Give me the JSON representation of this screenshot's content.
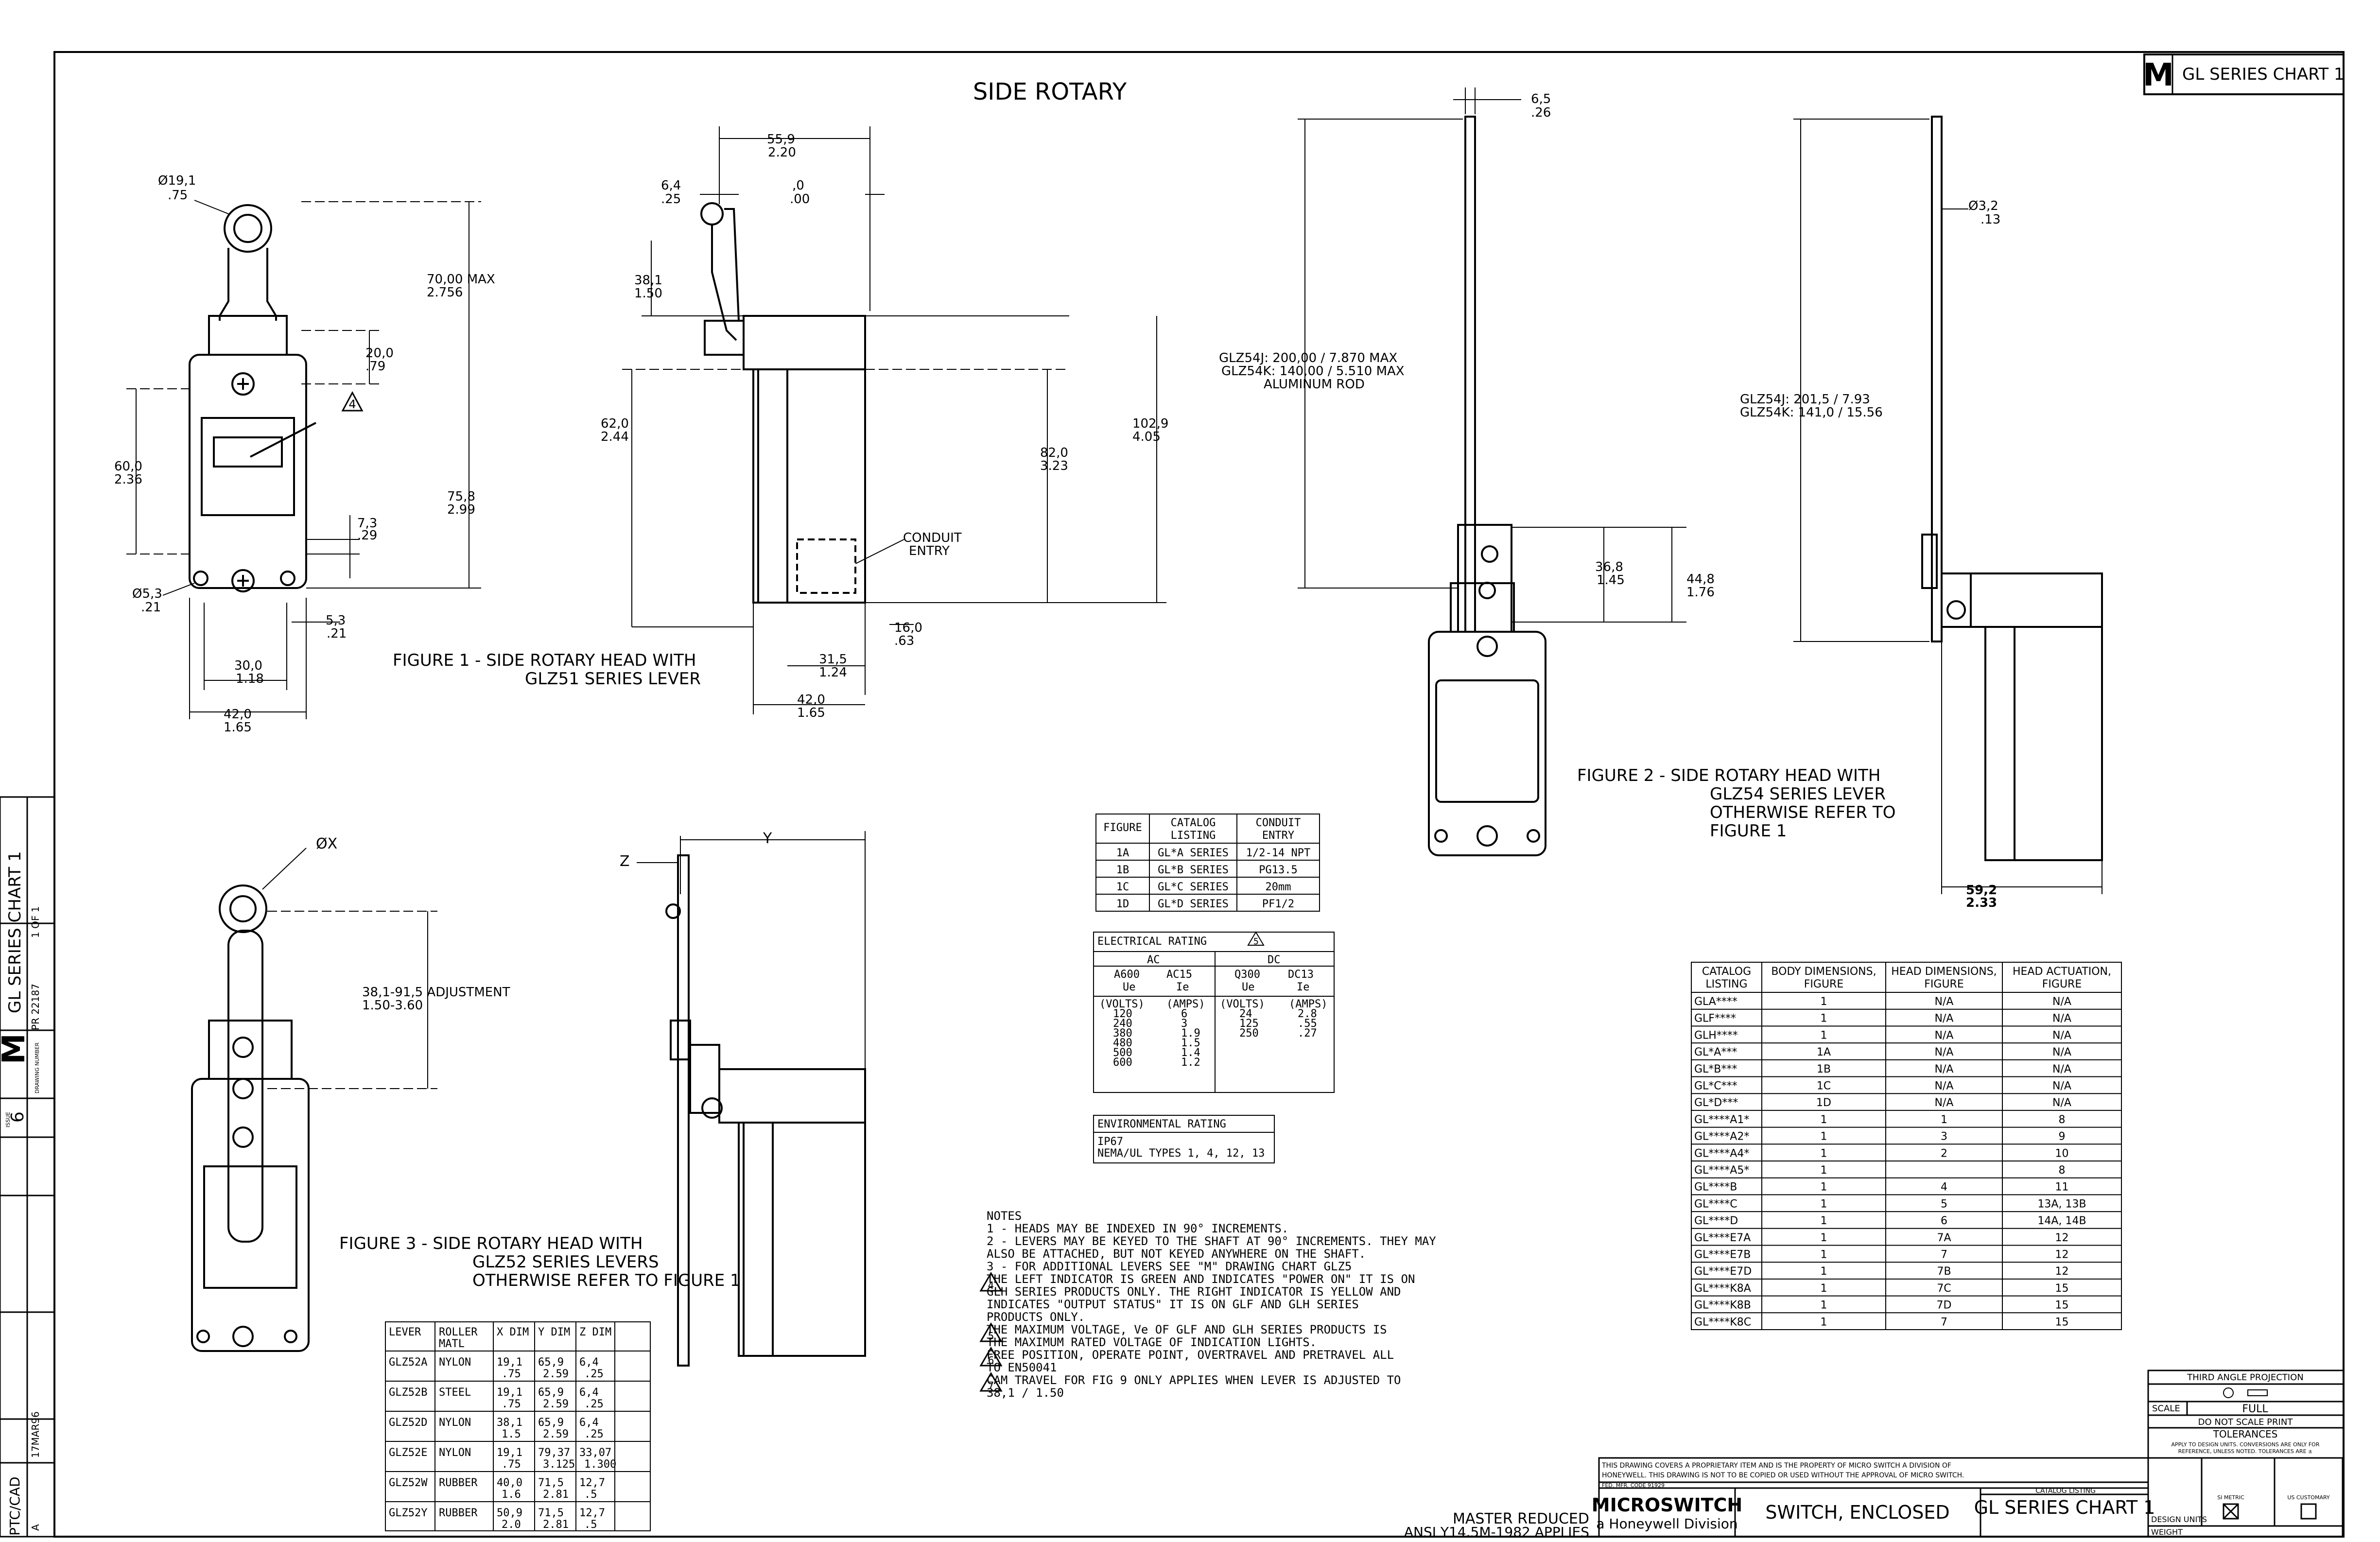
{
  "title": "SIDE ROTARY",
  "chart_ref": "GL SERIES CHART 1",
  "logo_letter": "M",
  "fig1": {
    "caption1": "FIGURE 1  - SIDE ROTARY HEAD WITH",
    "caption2": "GLZ51 SERIES LEVER",
    "dims": {
      "d191": "Ø19,1",
      "d191b": ".75",
      "d70": "70,00  MAX",
      "d70b": "2.756",
      "d20": "20,0",
      "d20b": ".79",
      "d60": "60,0",
      "d60b": "2.36",
      "d758": "75,8",
      "d758b": "2.99",
      "d73": "7,3",
      "d73b": ".29",
      "d53a": "Ø5,3",
      "d53ab": ".21",
      "d53": "5,3",
      "d53b": ".21",
      "d30": "30,0",
      "d30b": "1.18",
      "d42": "42,0",
      "d42b": "1.65",
      "tri": "4"
    }
  },
  "fig1side": {
    "d559": "55,9",
    "d559b": "2.20",
    "d64": "6,4",
    "d64b": ".25",
    "d0": ",0",
    "d0b": ".00",
    "d381": "38,1",
    "d381b": "1.50",
    "d62": "62,0",
    "d62b": "2.44",
    "d82": "82,0",
    "d82b": "3.23",
    "d1029": "102,9",
    "d1029b": "4.05",
    "conduit1": "CONDUIT",
    "conduit2": "ENTRY",
    "d16": "16,0",
    "d16b": ".63",
    "d315": "31,5",
    "d315b": "1.24",
    "d42": "42,0",
    "d42b": "1.65"
  },
  "fig2": {
    "d65": "6,5",
    "d65b": ".26",
    "lever1": "GLZ54J: 200,00  /  7.870  MAX",
    "lever2": "GLZ54K: 140,00  /  5.510  MAX",
    "lever3": "ALUMINUM  ROD",
    "d368": "36,8",
    "d368b": "1.45",
    "d448": "44,8",
    "d448b": "1.76",
    "d32": "Ø3,2",
    "d32b": ".13",
    "len1": "GLZ54J:  201,5  /  7.93",
    "len2": "GLZ54K:  141,0  /  15.56",
    "d592": "59,2",
    "d592b": "2.33",
    "caption1": "FIGURE  2  -  SIDE ROTARY HEAD WITH",
    "caption2": "GLZ54  SERIES  LEVER",
    "caption3": "OTHERWISE  REFER  TO",
    "caption4": "FIGURE  1"
  },
  "fig3": {
    "dx": "ØX",
    "z": "Z",
    "y": "Y",
    "adj1": "38,1-91,5  ADJUSTMENT",
    "adj2": "1.50-3.60",
    "caption1": "FIGURE 3   - SIDE ROTARY HEAD WITH",
    "caption2": "GLZ52 SERIES LEVERS",
    "caption3": "OTHERWISE REFER TO FIGURE 1"
  },
  "conduit_table": {
    "headers": [
      "FIGURE",
      "CATALOG LISTING",
      "CONDUIT ENTRY"
    ],
    "rows": [
      [
        "1A",
        "GL*A SERIES",
        "1/2-14 NPT"
      ],
      [
        "1B",
        "GL*B SERIES",
        "PG13.5"
      ],
      [
        "1C",
        "GL*C SERIES",
        "20mm"
      ],
      [
        "1D",
        "GL*D SERIES",
        "PF1/2"
      ]
    ]
  },
  "electrical": {
    "title": "ELECTRICAL RATING",
    "note": "5",
    "ac": "AC",
    "dc": "DC",
    "h1": "A600",
    "h1b": "Ue",
    "h2": "AC15",
    "h2b": "Ie",
    "h3": "Q300",
    "h3b": "Ue",
    "h4": "DC13",
    "h4b": "Ie",
    "u1": "(VOLTS)",
    "u2": "(AMPS)",
    "u3": "(VOLTS)",
    "u4": "(AMPS)",
    "ac_rows": [
      [
        "120",
        "6"
      ],
      [
        "240",
        "3"
      ],
      [
        "380",
        "1.9"
      ],
      [
        "480",
        "1.5"
      ],
      [
        "500",
        "1.4"
      ],
      [
        "600",
        "1.2"
      ]
    ],
    "dc_rows": [
      [
        "24",
        "2.8"
      ],
      [
        "125",
        ".55"
      ],
      [
        "250",
        ".27"
      ]
    ]
  },
  "environmental": {
    "title": "ENVIRONMENTAL RATING",
    "line1": "IP67",
    "line2": "NEMA/UL TYPES 1, 4, 12, 13"
  },
  "notes": [
    "NOTES",
    "1 - HEADS MAY BE INDEXED IN 90° INCREMENTS.",
    "2 - LEVERS MAY BE KEYED TO THE SHAFT AT 90° INCREMENTS.  THEY MAY",
    "    ALSO BE ATTACHED, BUT NOT KEYED ANYWHERE ON THE SHAFT.",
    "3 - FOR ADDITIONAL LEVERS SEE \"M\" DRAWING CHART GLZ5",
    "    THE LEFT INDICATOR IS GREEN AND INDICATES \"POWER ON\" IT IS ON",
    "    GLH SERIES PRODUCTS ONLY.  THE RIGHT INDICATOR IS YELLOW AND",
    "    INDICATES \"OUTPUT STATUS\" IT IS ON GLF AND GLH SERIES",
    "    PRODUCTS ONLY.",
    "    THE MAXIMUM VOLTAGE, Ve OF GLF AND GLH SERIES PRODUCTS IS",
    "    THE MAXIMUM RATED VOLTAGE OF INDICATION LIGHTS.",
    "    FREE POSITION, OPERATE POINT, OVERTRAVEL AND PRETRAVEL ALL",
    "    TO EN50041",
    "    CAM TRAVEL FOR FIG 9 ONLY APPLIES WHEN LEVER IS ADJUSTED TO",
    "    38,1 / 1.50"
  ],
  "note_marks": [
    "4",
    "5",
    "6",
    "7"
  ],
  "lever_table": {
    "headers": [
      "LEVER",
      "ROLLER MATL",
      "X DIM",
      "Y DIM",
      "Z DIM"
    ],
    "rows": [
      [
        "GLZ52A",
        "NYLON",
        "19,1",
        ".75",
        "65,9",
        "2.59",
        "6,4",
        ".25"
      ],
      [
        "GLZ52B",
        "STEEL",
        "19,1",
        ".75",
        "65,9",
        "2.59",
        "6,4",
        ".25"
      ],
      [
        "GLZ52D",
        "NYLON",
        "38,1",
        "1.5",
        "65,9",
        "2.59",
        "6,4",
        ".25"
      ],
      [
        "GLZ52E",
        "NYLON",
        "19,1",
        ".75",
        "79,37",
        "3.125",
        "33,07",
        "1.300"
      ],
      [
        "GLZ52W",
        "RUBBER",
        "40,0",
        "1.6",
        "71,5",
        "2.81",
        "12,7",
        ".5"
      ],
      [
        "GLZ52Y",
        "RUBBER",
        "50,9",
        "2.0",
        "71,5",
        "2.81",
        "12,7",
        ".5"
      ]
    ]
  },
  "catalog_table": {
    "headers": [
      "CATALOG LISTING",
      "BODY DIMENSIONS, FIGURE",
      "HEAD DIMENSIONS, FIGURE",
      "HEAD ACTUATION, FIGURE"
    ],
    "rows": [
      [
        "GLA****",
        "1",
        "N/A",
        "N/A"
      ],
      [
        "GLF****",
        "1",
        "N/A",
        "N/A"
      ],
      [
        "GLH****",
        "1",
        "N/A",
        "N/A"
      ],
      [
        "GL*A***",
        "1A",
        "N/A",
        "N/A"
      ],
      [
        "GL*B***",
        "1B",
        "N/A",
        "N/A"
      ],
      [
        "GL*C***",
        "1C",
        "N/A",
        "N/A"
      ],
      [
        "GL*D***",
        "1D",
        "N/A",
        "N/A"
      ],
      [
        "GL****A1*",
        "1",
        "1",
        "8"
      ],
      [
        "GL****A2*",
        "1",
        "3",
        "9"
      ],
      [
        "GL****A4*",
        "1",
        "2",
        "10"
      ],
      [
        "GL****A5*",
        "1",
        "",
        "8"
      ],
      [
        "GL****B",
        "1",
        "4",
        "11"
      ],
      [
        "GL****C",
        "1",
        "5",
        "13A, 13B"
      ],
      [
        "GL****D",
        "1",
        "6",
        "14A, 14B"
      ],
      [
        "GL****E7A",
        "1",
        "7A",
        "12"
      ],
      [
        "GL****E7B",
        "1",
        "7",
        "12"
      ],
      [
        "GL****E7D",
        "1",
        "7B",
        "12"
      ],
      [
        "GL****K8A",
        "1",
        "7C",
        "15"
      ],
      [
        "GL****K8B",
        "1",
        "7D",
        "15"
      ],
      [
        "GL****K8C",
        "1",
        "7",
        "15"
      ]
    ]
  },
  "title_block": {
    "projection": "THIRD ANGLE PROJECTION",
    "scale_label": "SCALE",
    "scale": "FULL",
    "dont_scale": "DO NOT SCALE PRINT",
    "tolerances": "TOLERANCES",
    "tol_note1": "APPLY TO DESIGN UNITS. CONVERSIONS ARE ONLY FOR",
    "tol_note2": "REFERENCE, UNLESS NOTED. TOLERANCES ARE ±",
    "design_units": "DESIGN UNITS",
    "metric": "SI METRIC",
    "customary": "US CUSTOMARY",
    "weight": "WEIGHT",
    "proprietary1": "THIS DRAWING COVERS A PROPRIETARY ITEM AND IS THE PROPERTY OF MICRO SWITCH  A DIVISION OF",
    "proprietary2": "HONEYWELL.  THIS DRAWING IS NOT TO BE COPIED OR USED WITHOUT THE APPROVAL OF MICRO SWITCH.",
    "fed_code": "FED. MFR. CODE 91929",
    "catalog_listing": "CATALOG LISTING",
    "brand": "MICROSWITCH",
    "division": "a Honeywell Division",
    "product": "SWITCH, ENCLOSED",
    "chart": "GL SERIES CHART 1",
    "master1": "MASTER REDUCED",
    "master2": "ANSI Y14.5M-1982 APPLIES"
  },
  "side_block": {
    "chart": "GL SERIES CHART 1",
    "m": "M",
    "issue": "6",
    "issue_label": "ISSUE",
    "drawing_number": "DRAWING NUMBER",
    "release": "PR 22187",
    "page": "1 OF 1",
    "ptc": "PTC/CAD",
    "date": "17MAR96",
    "rev": "A"
  }
}
